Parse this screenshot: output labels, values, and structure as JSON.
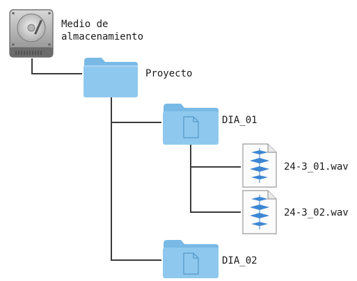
{
  "storage": {
    "label_line1": "Medio de",
    "label_line2": "almacenamiento"
  },
  "project": {
    "label": "Proyecto"
  },
  "day1": {
    "label": "DIA_01",
    "files": [
      {
        "label": "24-3_01.wav"
      },
      {
        "label": "24-3_02.wav"
      }
    ]
  },
  "day2": {
    "label": "DIA_02"
  },
  "icons": {
    "storage": "hard-drive-icon",
    "project": "folder-icon",
    "day_folder": "document-folder-icon",
    "file": "audio-file-icon"
  },
  "colors": {
    "line": "#3a3a3a",
    "folder_body": "#8fc8ee",
    "folder_tab": "#79b9e6",
    "wave": "#3d86d4"
  }
}
